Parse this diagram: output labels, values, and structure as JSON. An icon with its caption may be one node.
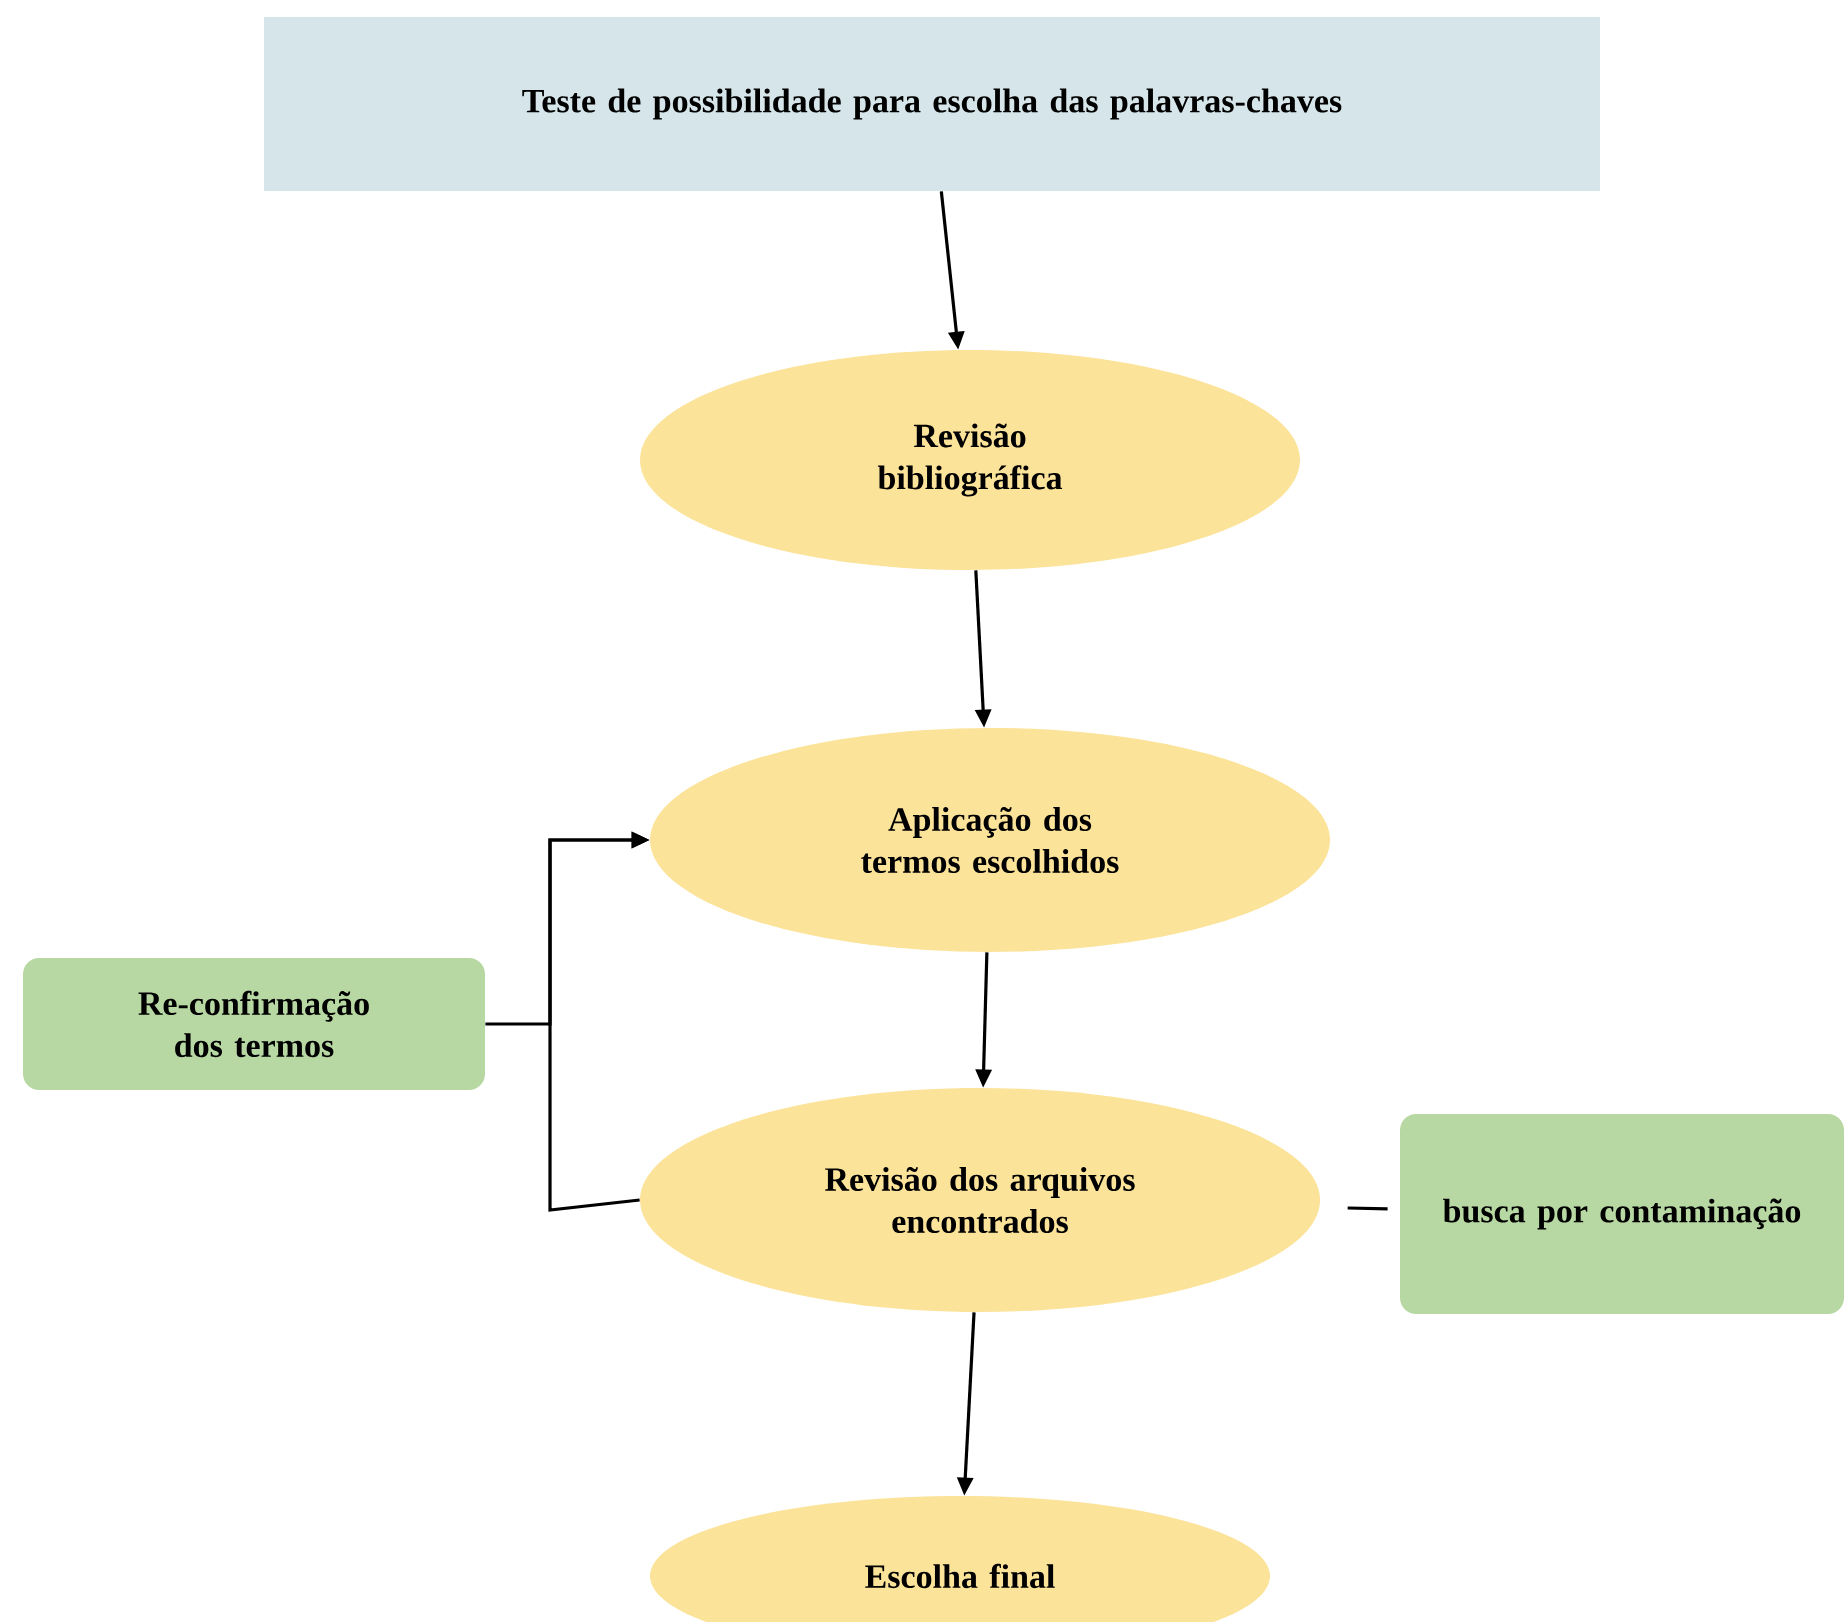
{
  "diagram": {
    "nodes": [
      {
        "text": [
          "Teste de possibilidade para escolha das palavras-chaves"
        ]
      },
      {
        "text": [
          "Revisão bibliográfica"
        ]
      },
      {
        "text": [
          "Aplicação dos termos escolhidos"
        ]
      },
      {
        "text": [
          "Re-confirmação dos termos"
        ]
      },
      {
        "text": [
          "Revisão dos arquivos encontrados"
        ]
      },
      {
        "text": [
          "busca por contaminação"
        ]
      },
      {
        "text": [
          "Escolha final"
        ]
      }
    ],
    "edges": [
      {
        "from": 0,
        "to": 1,
        "arrow": "to"
      },
      {
        "from": 1,
        "to": 2,
        "arrow": "to"
      },
      {
        "from": 2,
        "to": 4,
        "arrow": "to"
      },
      {
        "from": 4,
        "to": 2,
        "arrow": "to"
      },
      {
        "from": 3,
        "to": 2,
        "arrow": "to"
      },
      {
        "from": 4,
        "to": 5,
        "arrow": "none"
      },
      {
        "from": 4,
        "to": 6,
        "arrow": "to"
      }
    ]
  }
}
